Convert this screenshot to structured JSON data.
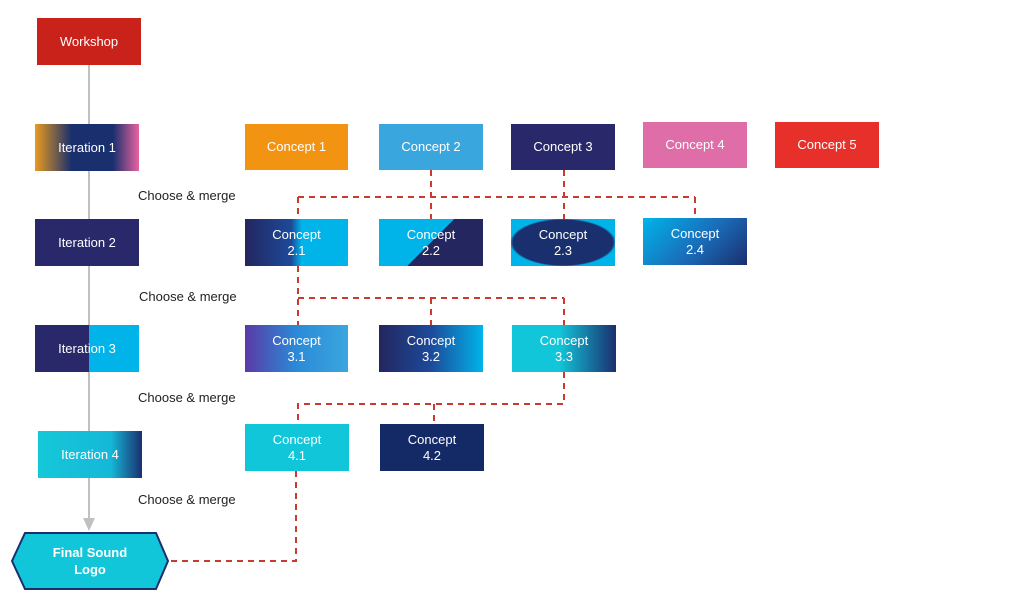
{
  "workshop": "Workshop",
  "iterations": [
    "Iteration 1",
    "Iteration 2",
    "Iteration 3",
    "Iteration 4"
  ],
  "choose_merge": [
    "Choose & merge",
    "Choose & merge",
    "Choose & merge",
    "Choose & merge"
  ],
  "concepts": {
    "c1": "Concept 1",
    "c2": "Concept 2",
    "c3": "Concept 3",
    "c4": "Concept 4",
    "c5": "Concept 5",
    "c21": "Concept\n2.1",
    "c22": "Concept\n2.2",
    "c23": "Concept\n2.3",
    "c24": "Concept\n2.4",
    "c31": "Concept\n3.1",
    "c32": "Concept\n3.2",
    "c33": "Concept\n3.3",
    "c41": "Concept\n4.1",
    "c42": "Concept\n4.2"
  },
  "final": "Final Sound\nLogo",
  "colors": {
    "workshop": "#c8221b",
    "orange": "#f29312",
    "light_blue": "#3aa6de",
    "navy": "#28286b",
    "pink": "#df6ea8",
    "red": "#e8302a",
    "cyan": "#00b4ea",
    "teal": "#12c6da",
    "dark_navy": "#142a66",
    "connector": "#c93a2f",
    "spine": "#c0c0c0"
  }
}
